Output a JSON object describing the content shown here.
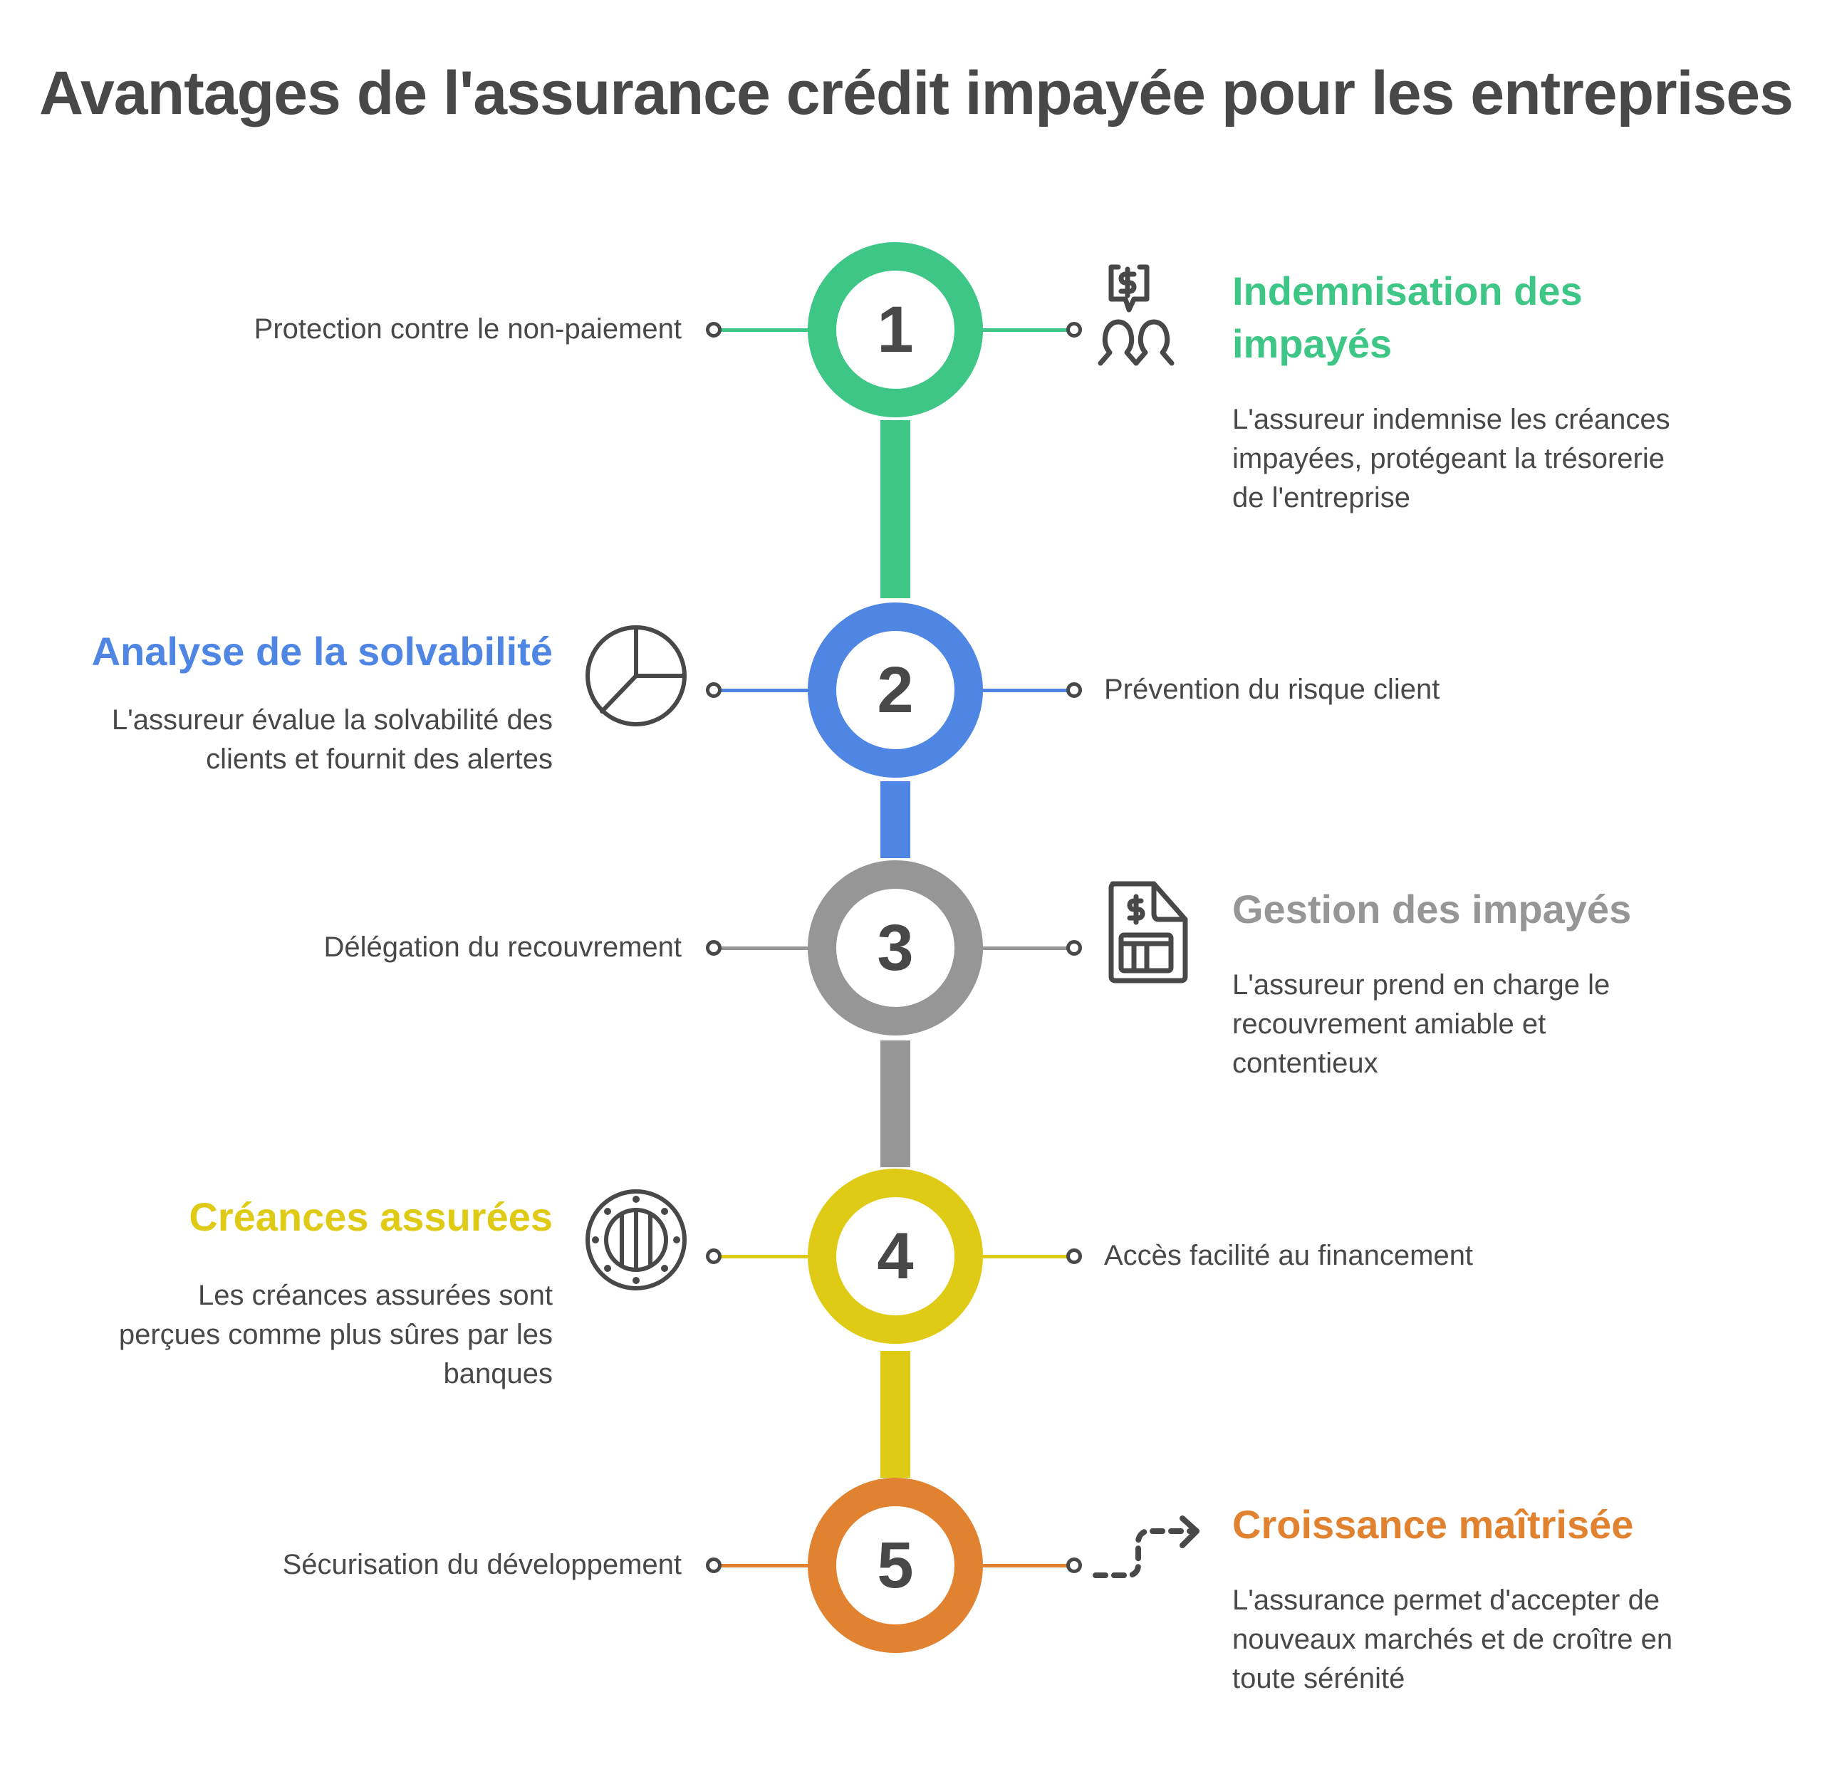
{
  "title": "Avantages de l'assurance crédit impayée pour les entreprises",
  "colors": {
    "step1": "#3DC685",
    "step2": "#4F86E4",
    "step3": "#969696",
    "step4": "#DFCB16",
    "step5": "#E0822F",
    "text": "#484848"
  },
  "steps": [
    {
      "number": "1",
      "left_label": "Protection contre le non-paiement",
      "heading": "Indemnisation des impayés",
      "heading_line1": "Indemnisation des",
      "heading_line2": "impayés",
      "description_lines": [
        "L'assureur indemnise les créances",
        "impayées, protégeant la trésorerie",
        "de l'entreprise"
      ],
      "icon": "money-chat-people-icon",
      "side": "right"
    },
    {
      "number": "2",
      "right_label": "Prévention du risque client",
      "heading": "Analyse de la solvabilité",
      "description_lines": [
        "L'assureur évalue la solvabilité des",
        "clients et fournit des alertes"
      ],
      "icon": "pie-chart-icon",
      "side": "left"
    },
    {
      "number": "3",
      "left_label": "Délégation du recouvrement",
      "heading": "Gestion des impayés",
      "description_lines": [
        "L'assureur prend en charge le",
        "recouvrement amiable et",
        "contentieux"
      ],
      "icon": "invoice-document-icon",
      "side": "right"
    },
    {
      "number": "4",
      "right_label": "Accès facilité au financement",
      "heading": "Créances assurées",
      "description_lines": [
        "Les créances assurées sont",
        "perçues comme plus sûres par les",
        "banques"
      ],
      "icon": "vault-porthole-icon",
      "side": "left"
    },
    {
      "number": "5",
      "left_label": "Sécurisation du développement",
      "heading": "Croissance maîtrisée",
      "description_lines": [
        "L'assurance permet d'accepter de",
        "nouveaux marchés et de croître en",
        "toute sérénité"
      ],
      "icon": "dashed-growth-arrow-icon",
      "side": "right"
    }
  ]
}
